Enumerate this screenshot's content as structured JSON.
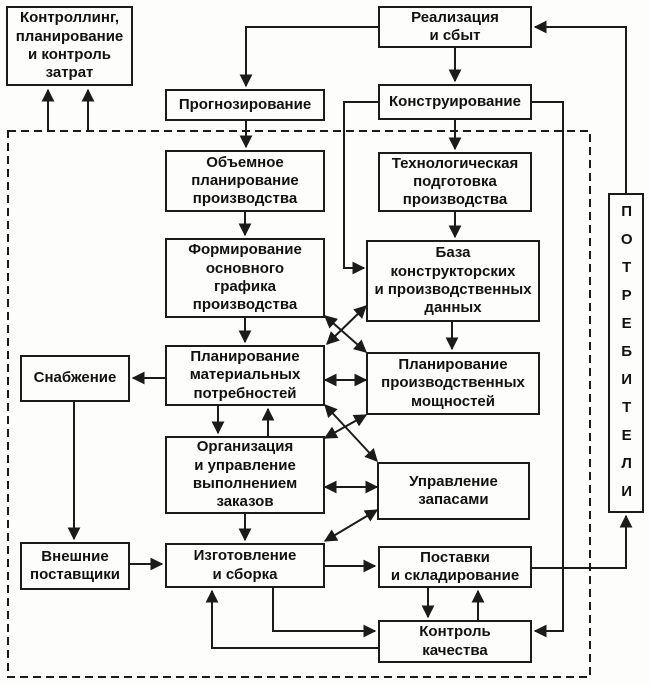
{
  "colors": {
    "line": "#1b1b1b",
    "background": "#fdfdfb",
    "text": "#111111"
  },
  "nodes": {
    "kontrolling": {
      "label": "Контроллинг,\nпланирование\nи контроль\nзатрат"
    },
    "realizacia": {
      "label": "Реализация\nи сбыт"
    },
    "prognoz": {
      "label": "Прогнозирование"
    },
    "konstruirovanie": {
      "label": "Конструирование"
    },
    "obemnoe": {
      "label": "Объемное\nпланирование\nпроизводства"
    },
    "tehnolog": {
      "label": "Технологическая\nподготовка\nпроизводства"
    },
    "formirovanie": {
      "label": "Формирование\nосновного\nграфика\nпроизводства"
    },
    "baza": {
      "label": "База\nконструкторских\nи производственных\nданных"
    },
    "snabzhenie": {
      "label": "Снабжение"
    },
    "plan_mat": {
      "label": "Планирование\nматериальных\nпотребностей"
    },
    "plan_mosch": {
      "label": "Планирование\nпроизводственных\nмощностей"
    },
    "organizacia": {
      "label": "Организация\nи управление\nвыполнением\nзаказов"
    },
    "upravlenie": {
      "label": "Управление\nзапасами"
    },
    "vneshnie": {
      "label": "Внешние\nпоставщики"
    },
    "izgotovlenie": {
      "label": "Изготовление\nи сборка"
    },
    "postavki": {
      "label": "Поставки\nи складирование"
    },
    "kontrol": {
      "label": "Контроль\nкачества"
    },
    "potrebiteli": {
      "label": "ПОТРЕБИТЕЛИ"
    }
  },
  "edges": [
    {
      "from": "system-boundary",
      "to": "kontrolling",
      "type": "arrow",
      "note": "two upward arrows"
    },
    {
      "from": "realizacia",
      "to": "prognoz",
      "type": "arrow"
    },
    {
      "from": "prognoz",
      "to": "obemnoe",
      "type": "arrow"
    },
    {
      "from": "obemnoe",
      "to": "formirovanie",
      "type": "arrow"
    },
    {
      "from": "formirovanie",
      "to": "plan_mat",
      "type": "arrow"
    },
    {
      "from": "realizacia",
      "to": "konstruirovanie",
      "type": "arrow"
    },
    {
      "from": "konstruirovanie",
      "to": "tehnolog",
      "type": "arrow"
    },
    {
      "from": "tehnolog",
      "to": "baza",
      "type": "arrow"
    },
    {
      "from": "baza",
      "to": "plan_mosch",
      "type": "arrow"
    },
    {
      "from": "konstruirovanie",
      "to": "baza",
      "type": "arrow",
      "note": "left bypass route"
    },
    {
      "from": "konstruirovanie",
      "to": "kontrol",
      "type": "arrow",
      "note": "right bypass route"
    },
    {
      "from": "plan_mat",
      "to": "snabzhenie",
      "type": "arrow"
    },
    {
      "from": "snabzhenie",
      "to": "vneshnie",
      "type": "arrow"
    },
    {
      "from": "vneshnie",
      "to": "izgotovlenie",
      "type": "arrow"
    },
    {
      "from": "plan_mat",
      "to": "organizacia",
      "type": "arrow"
    },
    {
      "from": "organizacia",
      "to": "plan_mat",
      "type": "arrow"
    },
    {
      "from": "organizacia",
      "to": "izgotovlenie",
      "type": "arrow"
    },
    {
      "from": "plan_mat",
      "to": "plan_mosch",
      "type": "double"
    },
    {
      "from": "organizacia",
      "to": "upravlenie",
      "type": "double"
    },
    {
      "from": "formirovanie",
      "to": "plan_mosch",
      "type": "double",
      "note": "diagonal"
    },
    {
      "from": "plan_mat",
      "to": "baza",
      "type": "double",
      "note": "diagonal"
    },
    {
      "from": "plan_mat",
      "to": "upravlenie",
      "type": "double",
      "note": "diagonal"
    },
    {
      "from": "organizacia",
      "to": "plan_mosch",
      "type": "double",
      "note": "diagonal"
    },
    {
      "from": "izgotovlenie",
      "to": "upravlenie",
      "type": "double",
      "note": "diagonal"
    },
    {
      "from": "izgotovlenie",
      "to": "postavki",
      "type": "arrow"
    },
    {
      "from": "postavki",
      "to": "potrebiteli",
      "type": "arrow"
    },
    {
      "from": "potrebiteli",
      "to": "realizacia",
      "type": "arrow"
    },
    {
      "from": "postavki",
      "to": "kontrol",
      "type": "arrow"
    },
    {
      "from": "kontrol",
      "to": "postavki",
      "type": "arrow"
    },
    {
      "from": "izgotovlenie",
      "to": "kontrol",
      "type": "arrow"
    },
    {
      "from": "kontrol",
      "to": "izgotovlenie",
      "type": "arrow"
    }
  ]
}
